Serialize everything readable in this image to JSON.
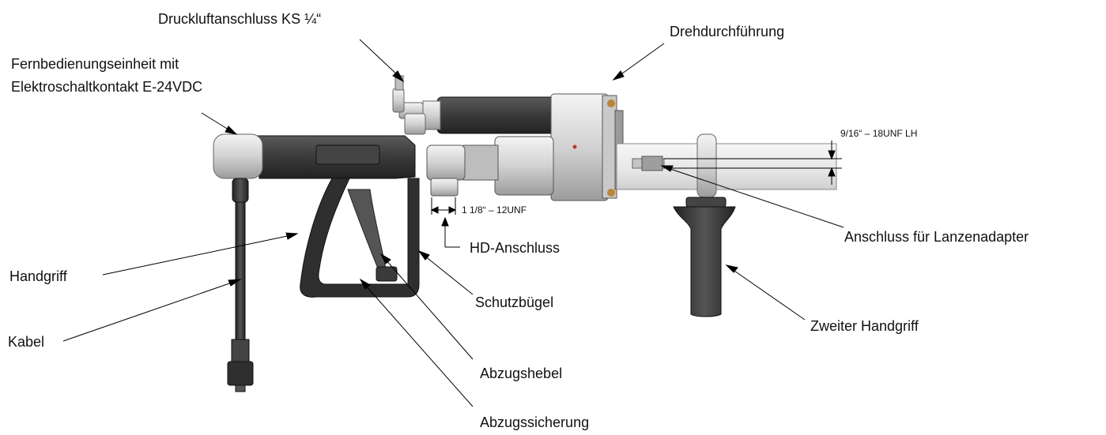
{
  "labels": {
    "druckluft": "Druckluftanschluss KS ¼“",
    "fernbedienung_1": "Fernbedienungseinheit mit",
    "fernbedienung_2": "Elektroschaltkontakt E-24VDC",
    "drehdurchfuehrung": "Drehdurchführung",
    "thread_lh": "9/16“ – 18UNF LH",
    "thread_hd": "1 1/8“ – 12UNF",
    "hd_anschluss": "HD-Anschluss",
    "lanzenadapter": "Anschluss für Lanzenadapter",
    "handgriff": "Handgriff",
    "schutzbuegel": "Schutzbügel",
    "kabel": "Kabel",
    "zweiter_handgriff": "Zweiter Handgriff",
    "abzugshebel": "Abzugshebel",
    "abzugssicherung": "Abzugssicherung"
  },
  "colors": {
    "dark_metal": "#3a3a3a",
    "grip_black": "#2b2b2b",
    "silver": "#d9d9d9",
    "silver_dark": "#a8a8a8",
    "brass": "#b8863b",
    "line": "#000000"
  }
}
